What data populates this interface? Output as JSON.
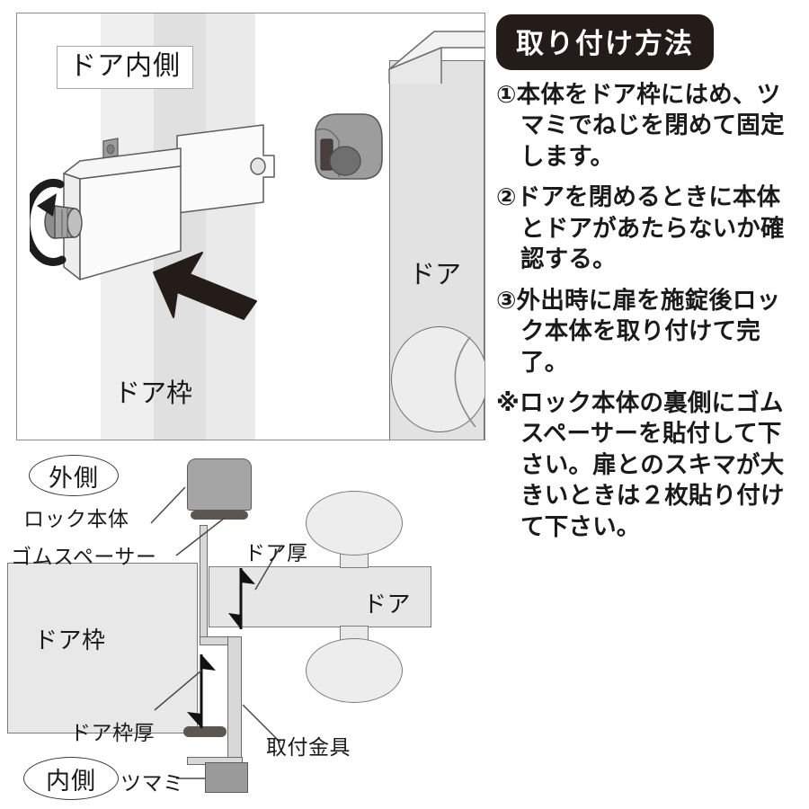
{
  "top_panel": {
    "inside_label": "ドア内側",
    "door_frame_label": "ドア枠",
    "door_label": "ドア",
    "icons": {
      "rotation_arrow": "rotation-arrow-icon",
      "push_arrow": "push-arrow-icon",
      "lock_body": "lock-body-icon",
      "door_knob": "door-knob-icon"
    }
  },
  "instructions": {
    "title": "取り付け方法",
    "items": [
      "①本体をドア枠にはめ、ツマミでねじを閉めて固定します。",
      "②ドアを閉めるときに本体とドアがあたらないか確認する。",
      "③外出時に扉を施錠後ロック本体を取り付けて完了。",
      "※ロック本体の裏側にゴムスペーサーを貼付して下さい。扉とのスキマが大きいときは２枚貼り付けて下さい。"
    ]
  },
  "bottom_diagram": {
    "outside_badge": "外側",
    "inside_badge": "内側",
    "lock_body_label": "ロック本体",
    "rubber_spacer_label": "ゴムスペーサー",
    "door_thickness_label": "ドア厚",
    "door_label": "ドア",
    "door_frame_label": "ドア枠",
    "frame_thickness_label": "ドア枠厚",
    "bracket_label": "取付金具",
    "thumbscrew_label": "ツマミ"
  },
  "colors": {
    "ink": "#1a1a1a",
    "title_bg": "#241c18",
    "panel_border": "#8d8d8d",
    "metal_gray": "#a5a5a5",
    "spacer_dark": "#5c5651",
    "frame_fill": "#e8e8e8"
  }
}
